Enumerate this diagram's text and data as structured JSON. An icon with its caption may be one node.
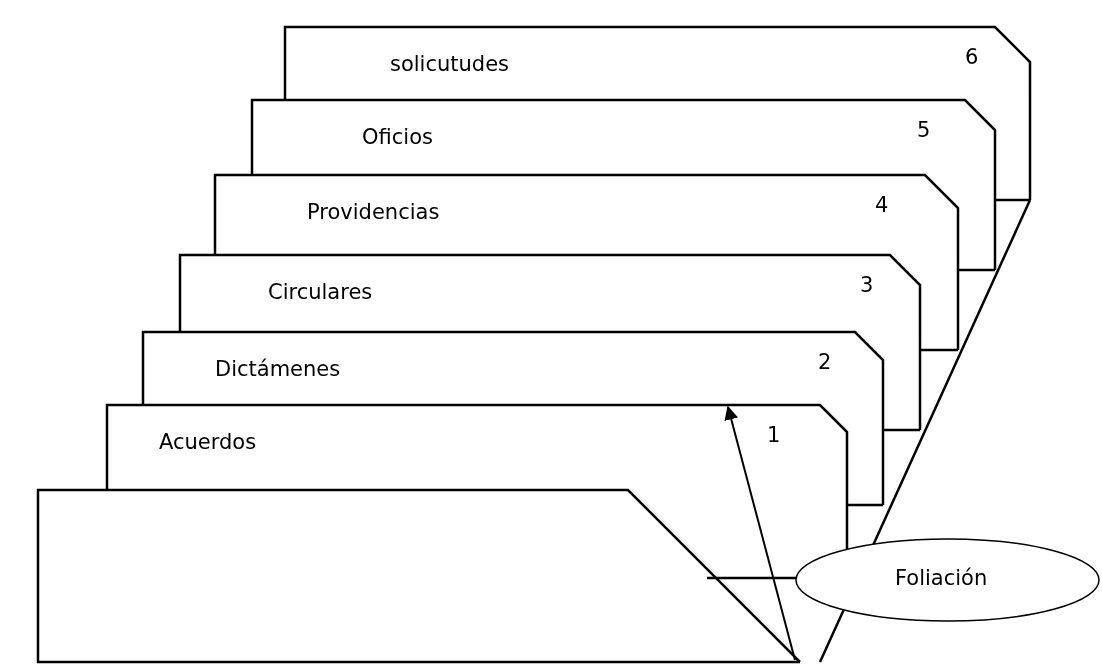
{
  "diagram": {
    "nodes": [
      {
        "text": [
          "solicutudes",
          "6"
        ]
      },
      {
        "text": [
          "Oficios",
          "5"
        ]
      },
      {
        "text": [
          "Providencias",
          "4"
        ]
      },
      {
        "text": [
          "Circulares",
          "3"
        ]
      },
      {
        "text": [
          "Dictámenes",
          "2"
        ]
      },
      {
        "text": [
          "Acuerdos",
          "1"
        ]
      },
      {
        "text": [
          "Foliación"
        ]
      }
    ],
    "edges": [
      {
        "from": null,
        "to": 5,
        "arrow": "to"
      }
    ]
  }
}
